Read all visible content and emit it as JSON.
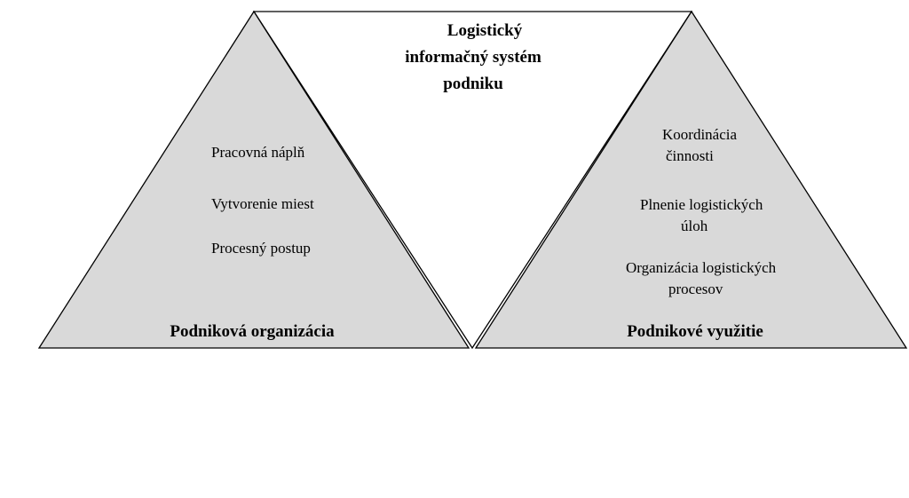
{
  "colors": {
    "triangle_fill": "#d9d9d9",
    "stroke": "#000000",
    "background": "#ffffff"
  },
  "center_title": {
    "line1": "Logistický",
    "line2": "informačný systém",
    "line3": "podniku"
  },
  "left_triangle": {
    "items": [
      "Pracovná náplň",
      "Vytvorenie miest",
      "Procesný postup"
    ],
    "base_label": "Podniková organizácia"
  },
  "right_triangle": {
    "items": [
      {
        "line1": "Koordinácia",
        "line2": "činnosti"
      },
      {
        "line1": "Plnenie logistických",
        "line2": "úloh"
      },
      {
        "line1": "Organizácia logistických",
        "line2": "procesov"
      }
    ],
    "base_label": "Podnikové využitie"
  }
}
